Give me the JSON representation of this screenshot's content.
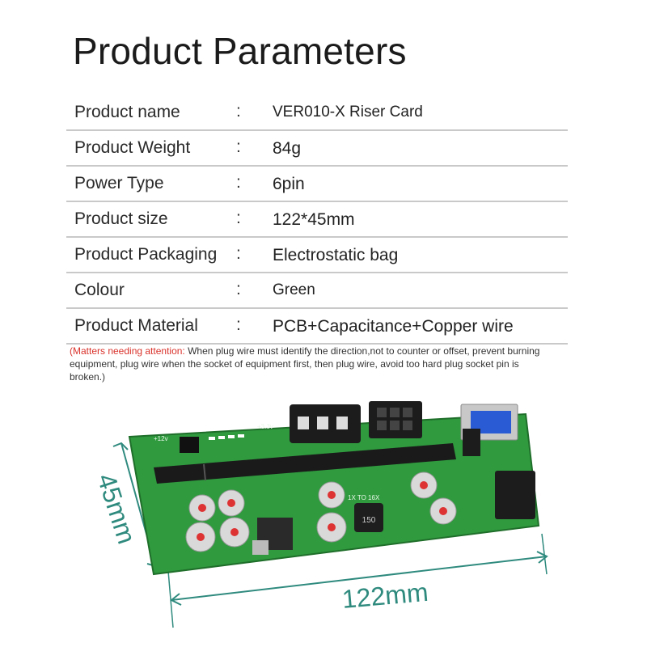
{
  "header": {
    "title": "Product Parameters"
  },
  "params": [
    {
      "label": "Product name",
      "colon": ":",
      "value": "VER010-X Riser Card"
    },
    {
      "label": "Product Weight",
      "colon": ":",
      "value": "84g"
    },
    {
      "label": "Power Type",
      "colon": ":",
      "value": "6pin"
    },
    {
      "label": "Product size",
      "colon": ":",
      "value": "122*45mm"
    },
    {
      "label": "Product Packaging",
      "colon": ":",
      "value": "Electrostatic bag"
    },
    {
      "label": "Colour",
      "colon": ":",
      "value": "Green"
    },
    {
      "label": "Product Material",
      "colon": ":",
      "value": "PCB+Capacitance+Copper wire"
    }
  ],
  "note": {
    "warning_label": "(Matters needing attention:",
    "text": " When plug wire must identify the direction,not to counter or offset, prevent burning equipment, plug wire when the socket of equipment first, then plug wire, avoid too hard plug socket pin is broken.)"
  },
  "image": {
    "height_label": "45mm",
    "width_label": "122mm",
    "board_text": {
      "voltage_left": "+12v",
      "voltage_right": "+3.3v",
      "slot_text": "1X TO 16X",
      "inductor": "150"
    }
  },
  "colors": {
    "pcb": "#2f9a3e",
    "dimension_lines": "#2f8a7e",
    "warning": "#d9322b"
  }
}
